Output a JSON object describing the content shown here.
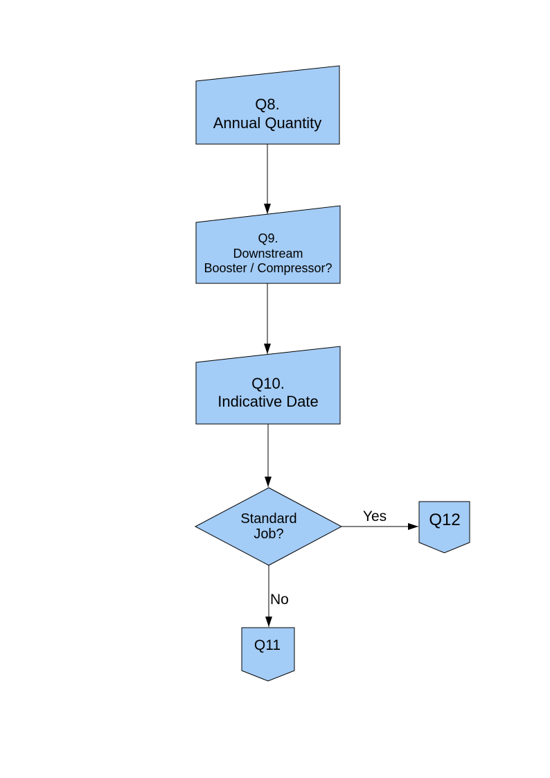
{
  "page": {
    "background": "#FFFFFF"
  },
  "style": {
    "node_fill": "#A3CCF6",
    "node_border": "#000000",
    "line_color": "#000000",
    "text_color": "#000000"
  },
  "flowchart": {
    "nodes": {
      "q8": {
        "type": "manual-input",
        "line1": "Q8.",
        "line2": "Annual Quantity"
      },
      "q9": {
        "type": "manual-input",
        "line1": "Q9.",
        "line2": "Downstream",
        "line3": "Booster / Compressor?"
      },
      "q10": {
        "type": "manual-input",
        "line1": "Q10.",
        "line2": "Indicative Date"
      },
      "decision": {
        "type": "decision",
        "line1": "Standard",
        "line2": "Job?"
      },
      "q12": {
        "type": "off-page-connector",
        "label": "Q12"
      },
      "q11": {
        "type": "off-page-connector",
        "label": "Q11"
      }
    },
    "edge_labels": {
      "yes": "Yes",
      "no": "No"
    }
  }
}
